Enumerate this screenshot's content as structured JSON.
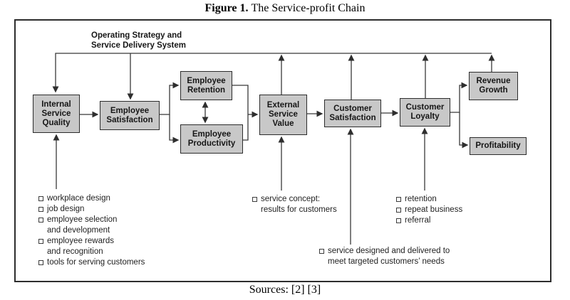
{
  "title": {
    "label": "Figure 1.",
    "text": "The Service-profit Chain"
  },
  "sources": "Sources: [2] [3]",
  "diagram": {
    "strategy_label": "Operating Strategy and\nService Delivery System",
    "nodes": {
      "internal_service_quality": "Internal\nService\nQuality",
      "employee_satisfaction": "Employee\nSatisfaction",
      "employee_retention": "Employee\nRetention",
      "employee_productivity": "Employee\nProductivity",
      "external_service_value": "External\nService\nValue",
      "customer_satisfaction": "Customer\nSatisfaction",
      "customer_loyalty": "Customer\nLoyalty",
      "revenue_growth": "Revenue\nGrowth",
      "profitability": "Profitability"
    },
    "annotations": {
      "internal_service_quality_list": [
        "workplace design",
        "job design",
        "employee selection\nand development",
        "employee rewards\nand recognition",
        "tools for serving customers"
      ],
      "external_service_value_list": [
        "service concept:\nresults for customers"
      ],
      "customer_satisfaction_list": [
        "service designed and delivered to\nmeet targeted customers’ needs"
      ],
      "customer_loyalty_list": [
        "retention",
        "repeat business",
        "referral"
      ]
    },
    "colors": {
      "box_fill": "#c8c8c8",
      "box_border": "#2c2c2c",
      "line": "#383838",
      "background": "#ffffff"
    }
  }
}
